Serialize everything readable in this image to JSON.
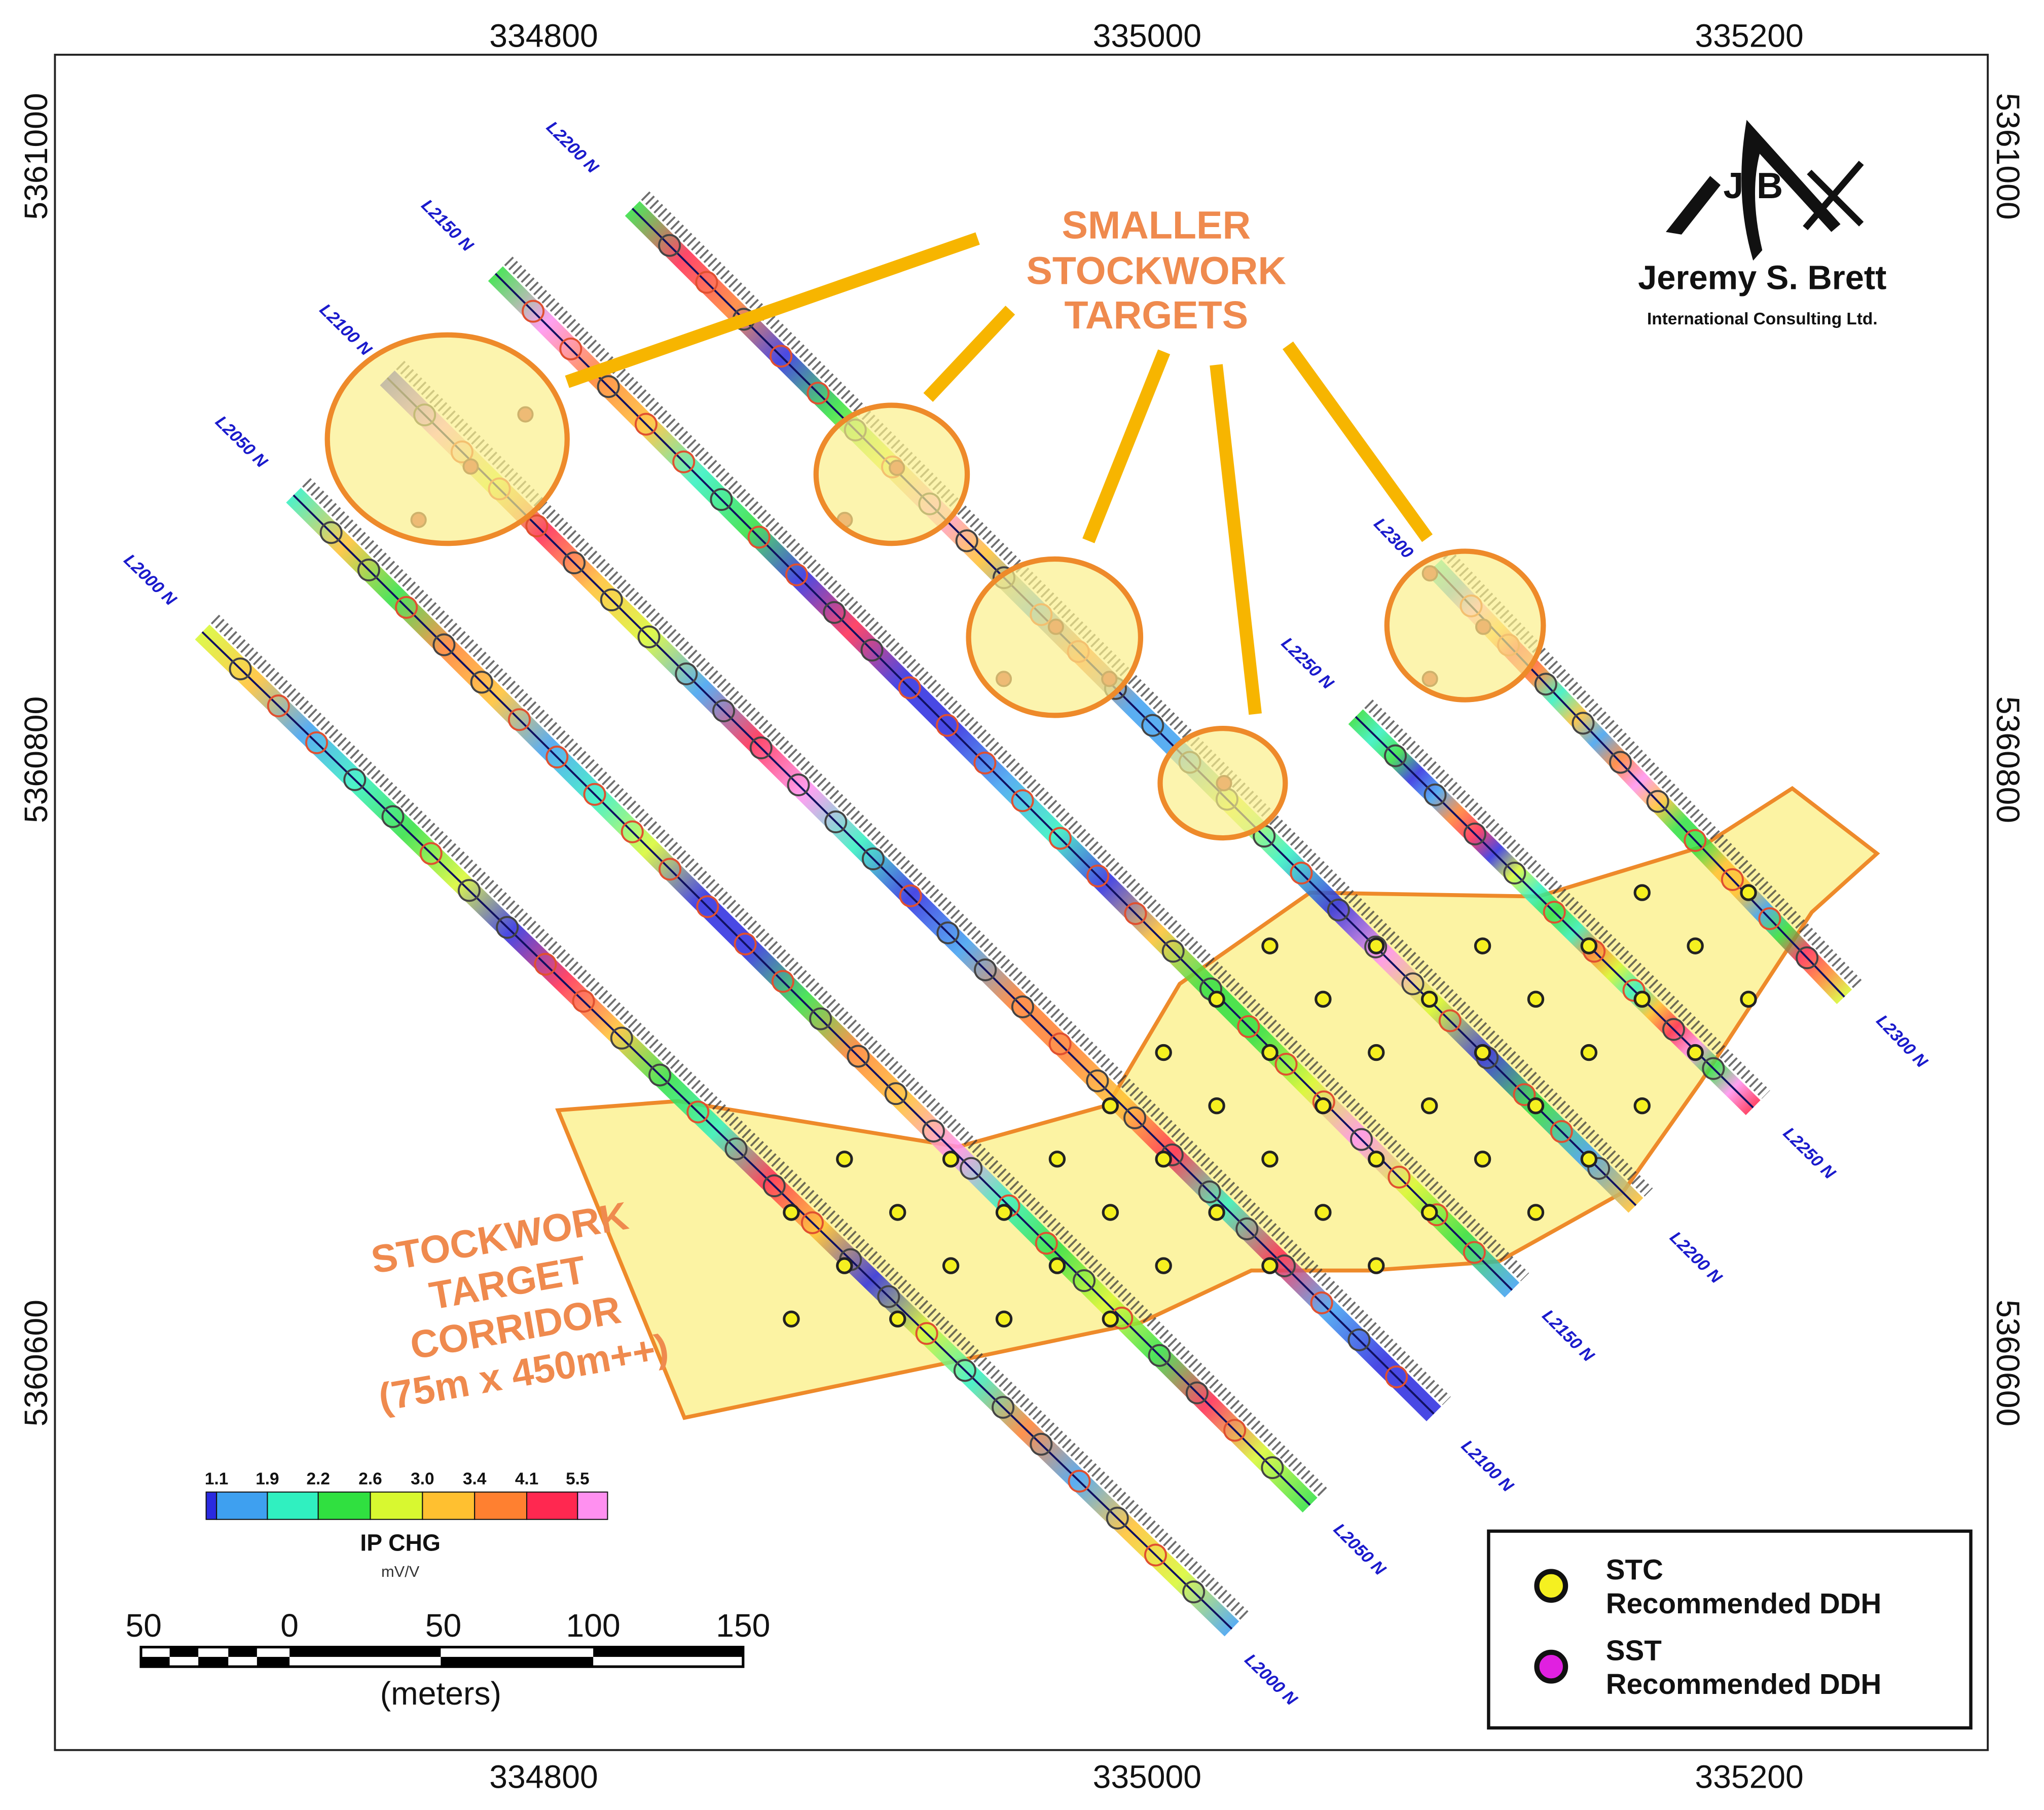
{
  "axes": {
    "x_ticks": [
      "334800",
      "335000",
      "335200"
    ],
    "y_ticks": [
      "5361000",
      "5360800",
      "5360600"
    ]
  },
  "survey_lines": [
    {
      "start_label": "L2000 N",
      "end_label": "L2000 N"
    },
    {
      "start_label": "L2050 N",
      "end_label": "L2050 N"
    },
    {
      "start_label": "L2100 N",
      "end_label": "L2100 N"
    },
    {
      "start_label": "L2150 N",
      "end_label": "L2150 N"
    },
    {
      "start_label": "L2200 N",
      "end_label": "L2200 N"
    },
    {
      "start_label": "L2250 N",
      "end_label": "L2250 N"
    },
    {
      "start_label": "L2300",
      "end_label": "L2300 N"
    }
  ],
  "annotations": {
    "smaller_targets": [
      "SMALLER",
      "STOCKWORK",
      "TARGETS"
    ],
    "corridor": [
      "STOCKWORK",
      "TARGET",
      "CORRIDOR",
      "(75m x 450m++)"
    ]
  },
  "colorbar": {
    "labels": [
      "1.1",
      "1.9",
      "2.2",
      "2.6",
      "3.0",
      "3.4",
      "4.1",
      "5.5"
    ],
    "colors": [
      "#2a2ae0",
      "#3ea0f0",
      "#30f0c0",
      "#30e040",
      "#d8f830",
      "#ffc030",
      "#ff8030",
      "#ff2850",
      "#ff90f0"
    ],
    "title": "IP CHG",
    "unit": "mV/V"
  },
  "scale_bar": {
    "labels": [
      "50",
      "0",
      "50",
      "100",
      "150"
    ],
    "unit": "(meters)"
  },
  "legend": {
    "items": [
      {
        "line1": "STC",
        "line2": "Recommended DDH",
        "color": "#f5f020"
      },
      {
        "line1": "SST",
        "line2": "Recommended DDH",
        "color": "#e020e0"
      }
    ]
  },
  "logo": {
    "letters": "JB",
    "name": "Jeremy S. Brett",
    "subtitle": "International Consulting Ltd."
  },
  "colors": {
    "corridor_fill": "#fbf08c",
    "outline_orange": "#ee8a2a",
    "callout": "#f7b500",
    "annotation_text": "#ef8a4e",
    "line_label": "#1a1acc"
  }
}
